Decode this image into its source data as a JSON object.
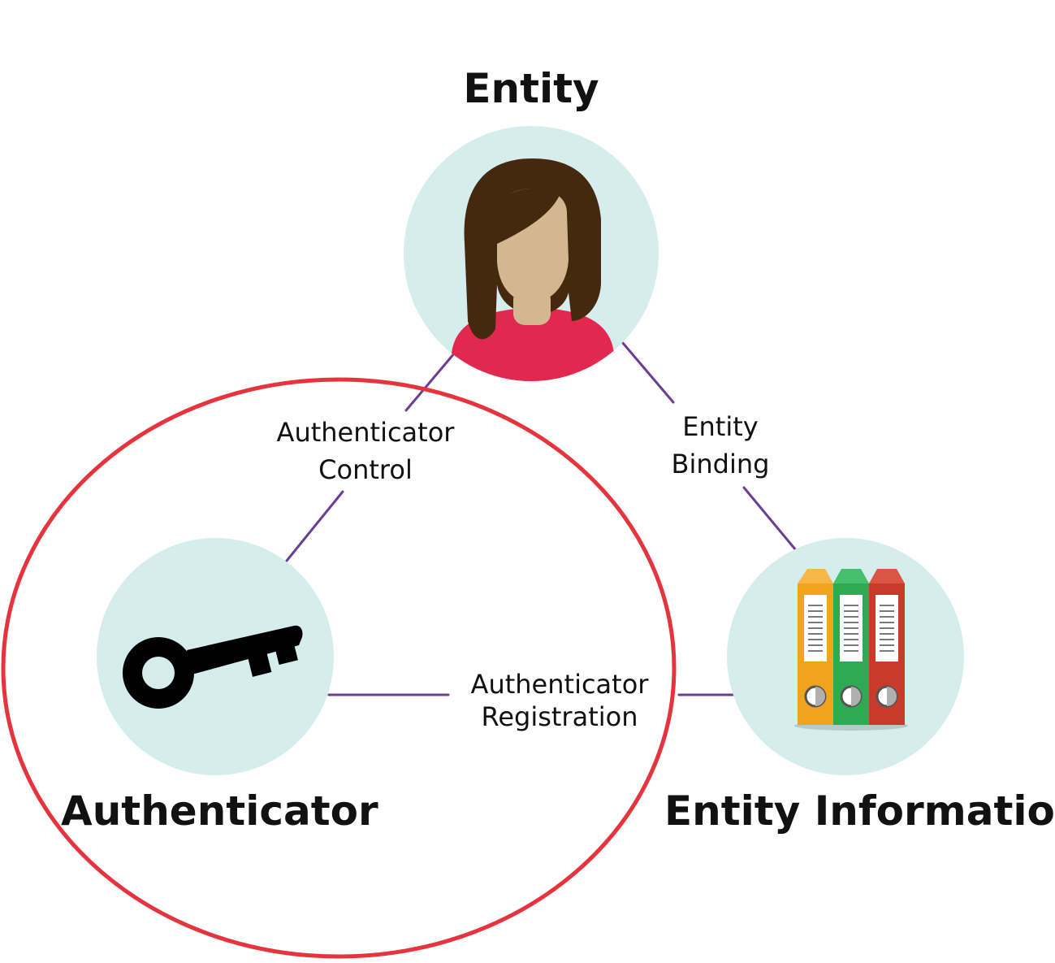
{
  "nodes": {
    "entity": {
      "title": "Entity",
      "icon": "person-icon"
    },
    "authenticator": {
      "title": "Authenticator",
      "icon": "key-icon"
    },
    "entity_information": {
      "title": "Entity Information",
      "icon": "binders-icon"
    }
  },
  "edges": {
    "authenticator_control": {
      "line1": "Authenticator",
      "line2": "Control"
    },
    "entity_binding": {
      "line1": "Entity",
      "line2": "Binding"
    },
    "authenticator_registration": {
      "line1": "Authenticator",
      "line2": "Registration"
    }
  },
  "colors": {
    "node_circle": "#d6eded",
    "connector": "#6a3d96",
    "highlight_ring": "#e5343e",
    "hair": "#45290f",
    "skin": "#d4b690",
    "shirt": "#e2284e",
    "binder_orange": "#f2a31e",
    "binder_green": "#2eaa55",
    "binder_red": "#c93a2a",
    "key": "#000000"
  }
}
